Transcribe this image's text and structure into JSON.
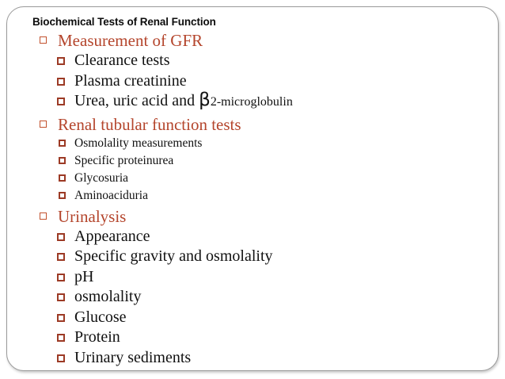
{
  "slide": {
    "title": "Biochemical Tests of Renal Function",
    "bullet_level1_color": "#c2522e",
    "bullet_level2_color": "#9c3a25",
    "level1_text_color": "#b4452c",
    "level2_text_color": "#111111",
    "border_color": "#9a9a9a",
    "background_color": "#ffffff",
    "sections": [
      {
        "heading": "Measurement of GFR",
        "items": [
          {
            "text": "Clearance tests"
          },
          {
            "text": "Plasma creatinine"
          },
          {
            "text": "Urea, uric acid and ",
            "beta": "β",
            "suffix": "2-microglobulin"
          }
        ]
      },
      {
        "heading": "Renal tubular function tests",
        "items": [
          {
            "text": "Osmolality measurements"
          },
          {
            "text": "Specific proteinurea"
          },
          {
            "text": "Glycosuria"
          },
          {
            "text": "Aminoaciduria"
          }
        ]
      },
      {
        "heading": "Urinalysis",
        "items": [
          {
            "text": "Appearance"
          },
          {
            "text": "Specific gravity and osmolality"
          },
          {
            "text": "pH"
          },
          {
            "text": "osmolality"
          },
          {
            "text": "Glucose"
          },
          {
            "text": "Protein"
          },
          {
            "text": "Urinary sediments"
          }
        ]
      }
    ]
  }
}
